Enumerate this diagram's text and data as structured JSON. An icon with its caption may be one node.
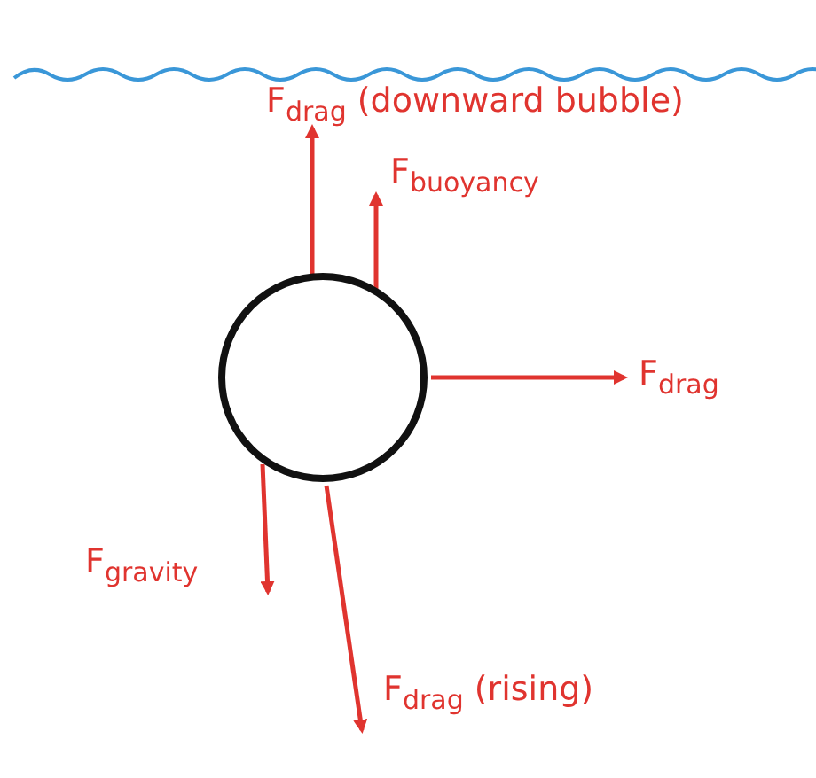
{
  "diagram": {
    "nodes": [
      {
        "text": [],
        "shape": "circle"
      }
    ],
    "labels": [
      "F$_{drag}$ (downward bubble)",
      "F$_{buoyancy}$",
      "F$_{drag}$",
      "F$_{gravity}$",
      "F$_{drag}$ (rising)"
    ]
  }
}
